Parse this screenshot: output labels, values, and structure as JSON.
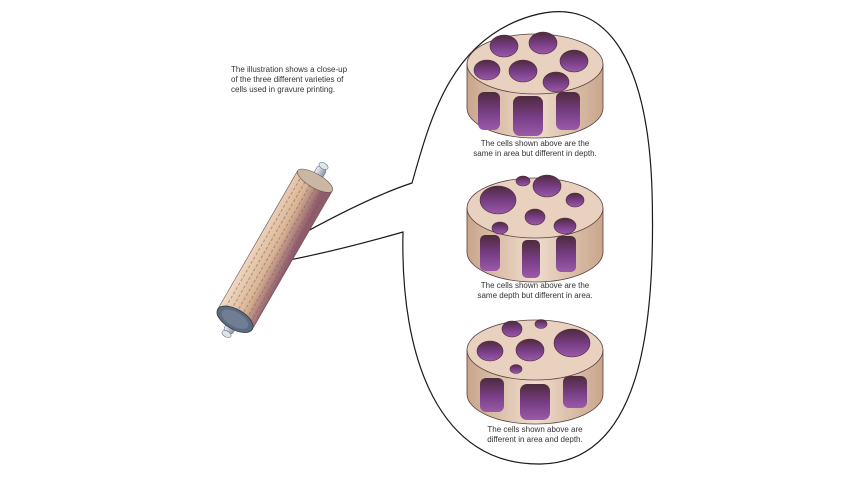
{
  "intro": {
    "line1": "The illustration shows a close-up",
    "line2": "of the three different varieties of",
    "line3": "cells used in gravure printing."
  },
  "cylinders": [
    {
      "caption_line1": "The cells shown above are the",
      "caption_line2": "same in area but different in depth."
    },
    {
      "caption_line1": "The cells shown above are the",
      "caption_line2": "same depth but different in area."
    },
    {
      "caption_line1": "The cells shown above are",
      "caption_line2": "different in area and depth."
    }
  ],
  "colors": {
    "cylinder_face": "#e8d2bf",
    "cylinder_side": "#d9bba3",
    "ink_cell": "#7a3f88",
    "cell_rim": "#4a2a35",
    "outline": "#222222",
    "roller_paper": "#e2c2a5",
    "roller_end": "#5d6b80",
    "shaft": "#c7d0da"
  }
}
